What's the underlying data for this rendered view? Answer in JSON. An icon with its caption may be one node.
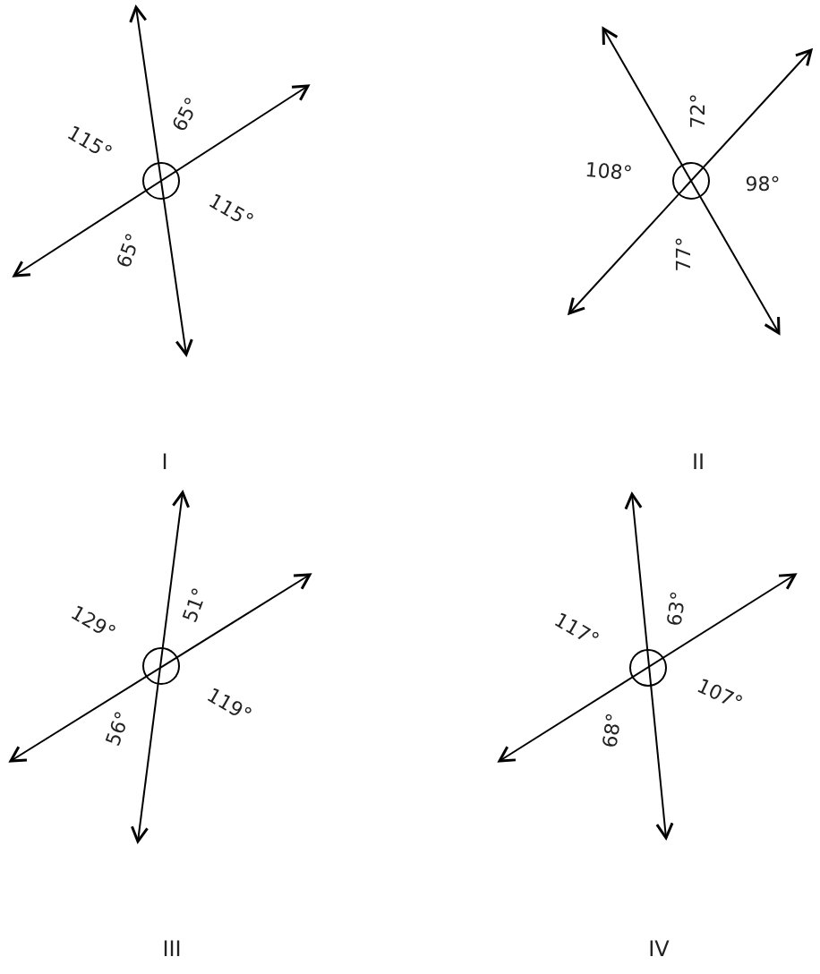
{
  "diagram": {
    "labels": [
      "115°",
      "65°",
      "115°",
      "65°",
      "I",
      "72°",
      "108°",
      "98°",
      "77°",
      "II",
      "129°",
      "51°",
      "119°",
      "56°",
      "III",
      "117°",
      "63°",
      "107°",
      "68°",
      "IV"
    ]
  }
}
